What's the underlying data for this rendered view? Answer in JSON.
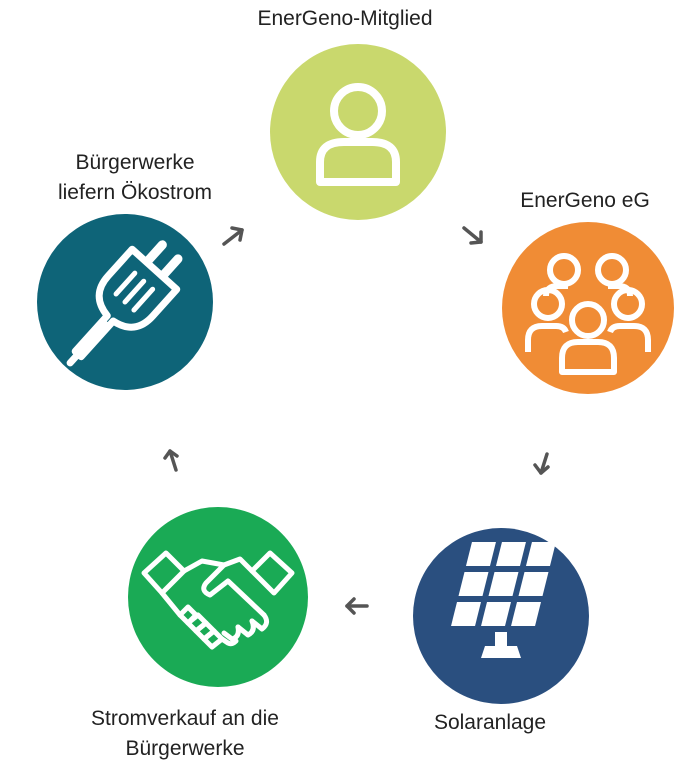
{
  "nodes": {
    "member": {
      "label": "EnerGeno-Mitglied",
      "color": "#c9d86d",
      "icon": "person-icon"
    },
    "cooperative": {
      "label": "EnerGeno eG",
      "color": "#f08c35",
      "icon": "group-icon"
    },
    "solar": {
      "label": "Solaranlage",
      "color": "#2a4f7f",
      "icon": "solar-panel-icon"
    },
    "sale": {
      "label_line1": "Stromverkauf an die",
      "label_line2": "Bürgerwerke",
      "color": "#1aaa55",
      "icon": "handshake-icon"
    },
    "buergerwerke": {
      "label_line1": "Bürgerwerke",
      "label_line2": "liefern Ökostrom",
      "color": "#0e6478",
      "icon": "plug-icon"
    }
  },
  "arrow_color": "#555555"
}
